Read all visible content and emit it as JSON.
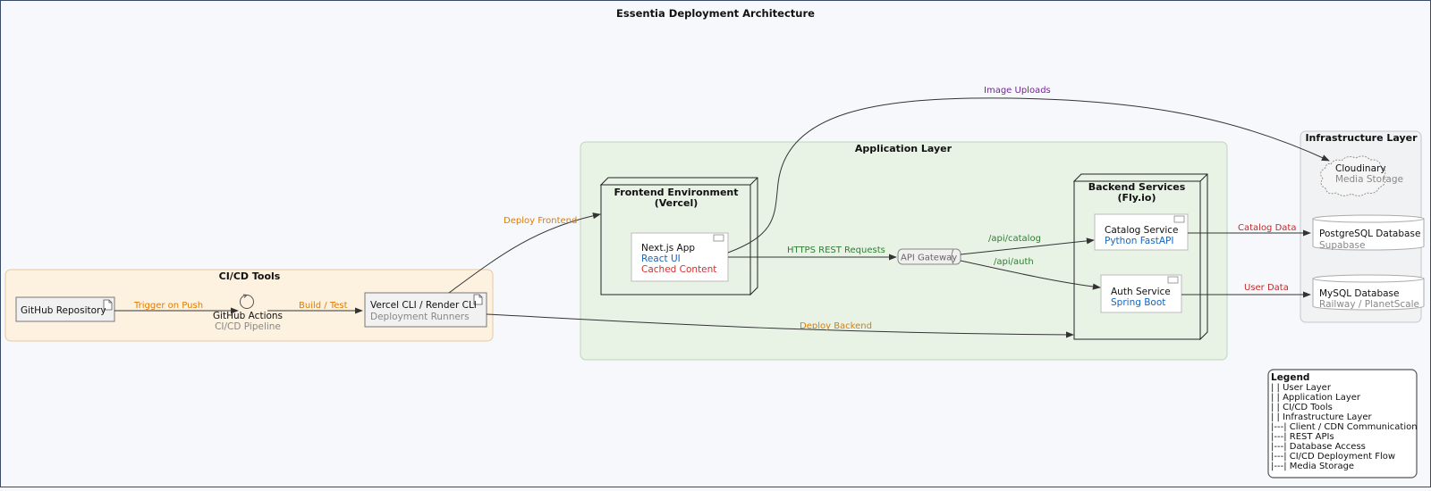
{
  "title": "Essentia Deployment Architecture",
  "colors": {
    "cicd_fill": "#fdf1e0",
    "cicd_stroke": "#e4c9a5",
    "app_fill": "#e8f3e6",
    "app_stroke": "#bcd6b8",
    "infra_fill": "#f1f2f4",
    "infra_stroke": "#c4c7cc",
    "orange": "#e07b00",
    "green": "#2e7d32",
    "red": "#c62828",
    "purple": "#7b1fa2",
    "blue": "#1565c0",
    "gray_text": "#888888"
  },
  "groups": {
    "cicd": "CI/CD Tools",
    "app": "Application Layer",
    "infra": "Infrastructure Layer"
  },
  "nodes": {
    "github_repo": {
      "label": "GitHub Repository"
    },
    "github_actions": {
      "label": "GitHub Actions",
      "sub": "CI/CD Pipeline"
    },
    "vercel_cli": {
      "label": "Vercel CLI / Render CLI",
      "sub": "Deployment Runners"
    },
    "frontend_env": {
      "line1": "Frontend Environment",
      "line2": "(Vercel)"
    },
    "nextjs": {
      "label": "Next.js App",
      "tech": "React UI",
      "extra": "Cached Content"
    },
    "api_gateway": {
      "label": "API Gateway"
    },
    "backend": {
      "line1": "Backend Services",
      "line2": "(Fly.io)"
    },
    "catalog": {
      "label": "Catalog Service",
      "tech": "Python FastAPI"
    },
    "auth": {
      "label": "Auth Service",
      "tech": "Spring Boot"
    },
    "cloudinary": {
      "label": "Cloudinary",
      "sub": "Media Storage"
    },
    "postgres": {
      "label": "PostgreSQL Database",
      "sub": "Supabase"
    },
    "mysql": {
      "label": "MySQL Database",
      "sub": "Railway / PlanetScale"
    }
  },
  "edges": {
    "trigger": "Trigger on Push",
    "build": "Build / Test",
    "deploy_frontend": "Deploy Frontend",
    "deploy_backend": "Deploy Backend",
    "https": "HTTPS REST Requests",
    "api_catalog": "/api/catalog",
    "api_auth": "/api/auth",
    "image_uploads": "Image Uploads",
    "catalog_data": "Catalog Data",
    "user_data": "User Data"
  },
  "legend": {
    "title": "Legend",
    "items": [
      "| | User Layer",
      "| | Application Layer",
      "| | CI/CD Tools",
      "| | Infrastructure Layer",
      "|---| Client / CDN Communication",
      "|---| REST APIs",
      "|---| Database Access",
      "|---| CI/CD Deployment Flow",
      "|---| Media Storage"
    ]
  }
}
